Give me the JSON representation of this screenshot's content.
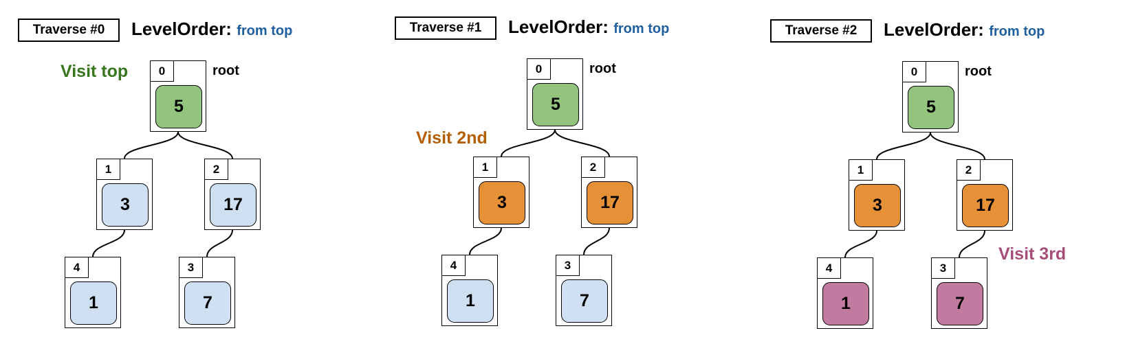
{
  "colors": {
    "default": "#cfe0f2",
    "top": "#93c47d",
    "second": "#e69138",
    "third": "#c27ba0",
    "visit_top": "#38761d",
    "visit_second": "#b45f06",
    "visit_third": "#a64d79",
    "subtitle": "#1f5fa0"
  },
  "panels": [
    {
      "traverse_label": "Traverse #0",
      "title": "LevelOrder:",
      "subtitle": "from top",
      "root_label": "root",
      "visit_label": "Visit top",
      "visit_color_key": "visit_top",
      "nodes": [
        {
          "index": "0",
          "value": "5",
          "color_key": "top"
        },
        {
          "index": "1",
          "value": "3",
          "color_key": "default"
        },
        {
          "index": "2",
          "value": "17",
          "color_key": "default"
        },
        {
          "index": "4",
          "value": "1",
          "color_key": "default"
        },
        {
          "index": "3",
          "value": "7",
          "color_key": "default"
        }
      ]
    },
    {
      "traverse_label": "Traverse #1",
      "title": "LevelOrder:",
      "subtitle": "from top",
      "root_label": "root",
      "visit_label": "Visit 2nd",
      "visit_color_key": "visit_second",
      "nodes": [
        {
          "index": "0",
          "value": "5",
          "color_key": "top"
        },
        {
          "index": "1",
          "value": "3",
          "color_key": "second"
        },
        {
          "index": "2",
          "value": "17",
          "color_key": "second"
        },
        {
          "index": "4",
          "value": "1",
          "color_key": "default"
        },
        {
          "index": "3",
          "value": "7",
          "color_key": "default"
        }
      ]
    },
    {
      "traverse_label": "Traverse #2",
      "title": "LevelOrder:",
      "subtitle": "from top",
      "root_label": "root",
      "visit_label": "Visit 3rd",
      "visit_color_key": "visit_third",
      "nodes": [
        {
          "index": "0",
          "value": "5",
          "color_key": "top"
        },
        {
          "index": "1",
          "value": "3",
          "color_key": "second"
        },
        {
          "index": "2",
          "value": "17",
          "color_key": "second"
        },
        {
          "index": "4",
          "value": "1",
          "color_key": "third"
        },
        {
          "index": "3",
          "value": "7",
          "color_key": "third"
        }
      ]
    }
  ]
}
